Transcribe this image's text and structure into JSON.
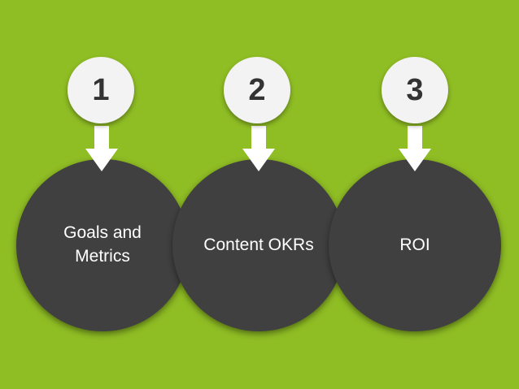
{
  "colors": {
    "background": "#8fbd24",
    "circle_fill": "#404040",
    "number_fill": "#f3f3f3",
    "arrow_fill": "#ffffff",
    "text_light": "#ffffff",
    "text_dark": "#333333"
  },
  "steps": [
    {
      "number": "1",
      "label_line1": "Goals and",
      "label_line2": "Metrics"
    },
    {
      "number": "2",
      "label_line1": "Content OKRs",
      "label_line2": ""
    },
    {
      "number": "3",
      "label_line1": "ROI",
      "label_line2": ""
    }
  ],
  "icons": [
    "down-arrow-icon",
    "down-arrow-icon",
    "down-arrow-icon"
  ]
}
